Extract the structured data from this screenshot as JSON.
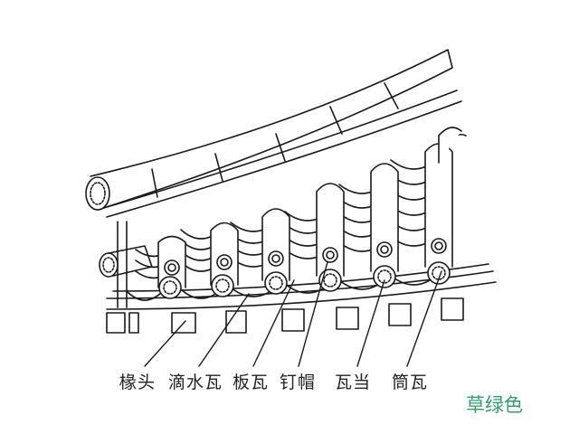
{
  "labels": {
    "rafter_end": "椽头",
    "drip_tile": "滴水瓦",
    "flat_tile": "板瓦",
    "nail_cap": "钉帽",
    "tile_end": "瓦当",
    "cylinder_tile": "筒瓦"
  },
  "watermark": "草绿色",
  "colors": {
    "line": "#1a1a1a",
    "watermark": "#2aa36a"
  }
}
